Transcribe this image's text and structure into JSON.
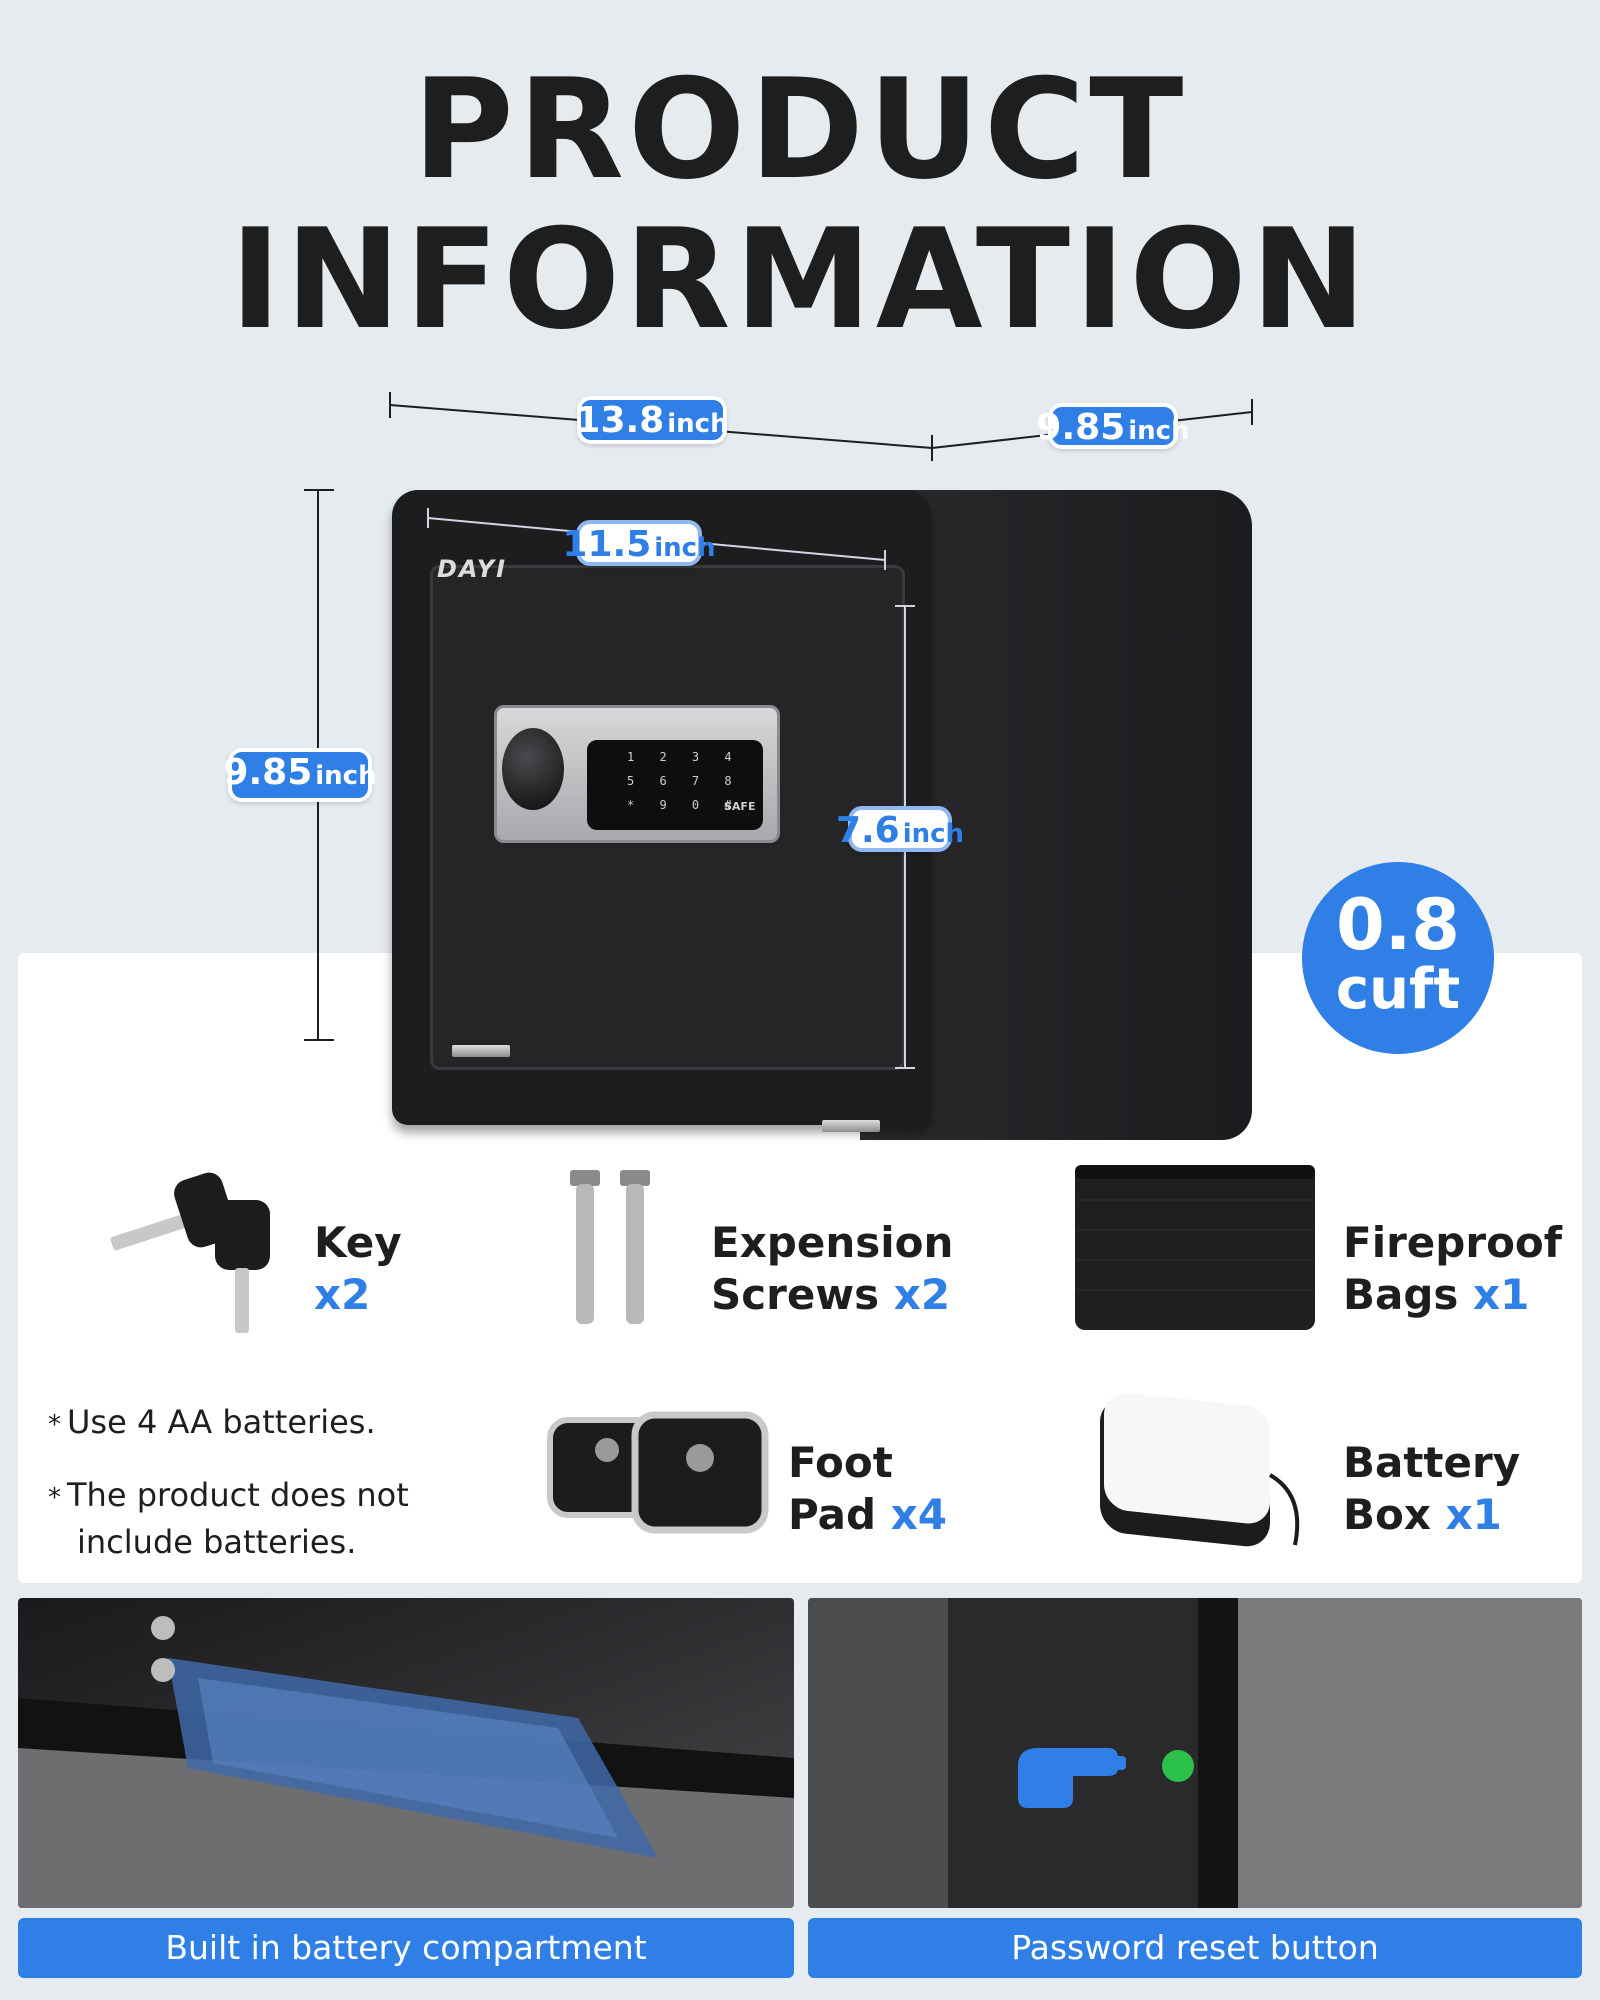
{
  "header": {
    "line1": "PRODUCT",
    "line2": "INFORMATION"
  },
  "dimensions": {
    "outer_width": {
      "value": "13.8",
      "unit": "inch"
    },
    "outer_depth": {
      "value": "9.85",
      "unit": "inch"
    },
    "inner_width": {
      "value": "11.5",
      "unit": "inch"
    },
    "outer_height": {
      "value": "9.85",
      "unit": "inch"
    },
    "inner_height": {
      "value": "7.6",
      "unit": "inch"
    }
  },
  "safe": {
    "brand": "DAYI",
    "keypad_rows": [
      "1 2 3 4",
      "5 6 7 8",
      "* 9 0 #"
    ],
    "keypad_label": "SAFE"
  },
  "capacity": {
    "value": "0.8",
    "unit": "cuft"
  },
  "accessories": [
    {
      "name": "Key",
      "qty": "x2",
      "icon": "key-icon"
    },
    {
      "name_l1": "Expension",
      "name_l2": "Screws",
      "qty": "x2",
      "icon": "screw-icon"
    },
    {
      "name_l1": "Fireproof",
      "name_l2": "Bags",
      "qty": "x1",
      "icon": "fireproof-bag-icon"
    },
    {
      "name_l1": "Foot",
      "name_l2": "Pad",
      "qty": "x4",
      "icon": "foot-pad-icon"
    },
    {
      "name_l1": "Battery",
      "name_l2": "Box",
      "qty": "x1",
      "icon": "battery-box-icon"
    }
  ],
  "notes": {
    "battery": "Use 4 AA batteries.",
    "excluded_l1": "The product does not",
    "excluded_l2": "include batteries.",
    "star": "*"
  },
  "photos": {
    "left_caption": "Built in battery compartment",
    "right_caption": "Password reset button"
  },
  "colors": {
    "accent": "#2f7fe6",
    "background": "#e6ebf0",
    "text": "#1e1e1e"
  }
}
